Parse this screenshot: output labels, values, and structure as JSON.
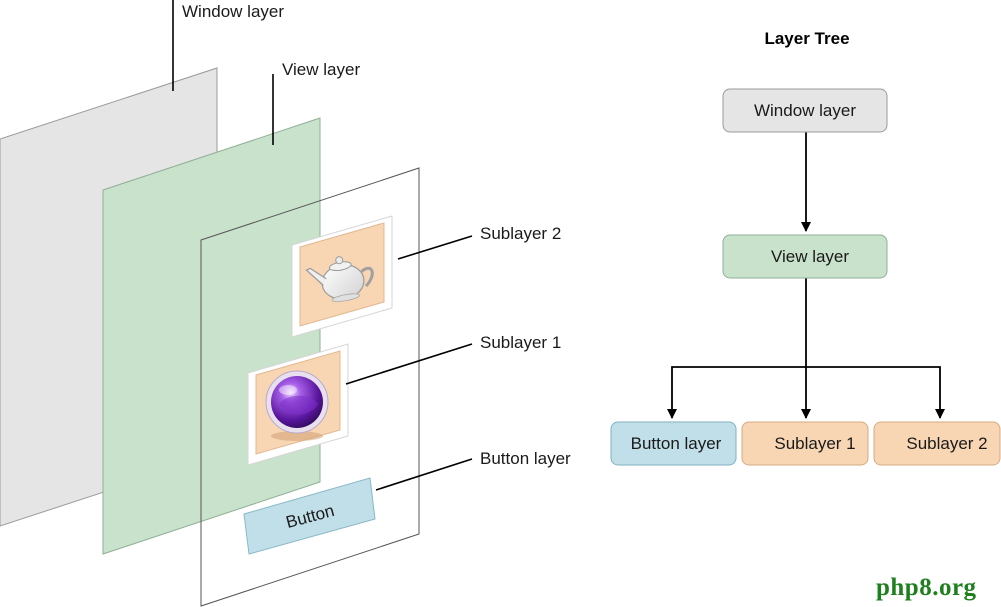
{
  "labels": {
    "window_layer": "Window layer",
    "view_layer": "View layer",
    "sublayer_2": "Sublayer 2",
    "sublayer_1": "Sublayer 1",
    "button_layer": "Button layer"
  },
  "button_text": "Button",
  "tree": {
    "title": "Layer Tree",
    "nodes": {
      "window": "Window layer",
      "view": "View layer",
      "button": "Button layer",
      "sub1": "Sublayer 1",
      "sub2": "Sublayer 2"
    }
  },
  "colors": {
    "window_layer": "#e5e5e5",
    "view_layer": "#c9e2cc",
    "button_layer": "#c0dfe8",
    "sublayer": "#f8d6b4"
  },
  "icons": {
    "sublayer_2": "teapot-icon",
    "sublayer_1": "purple-sphere-icon"
  },
  "watermark": "php8.org"
}
